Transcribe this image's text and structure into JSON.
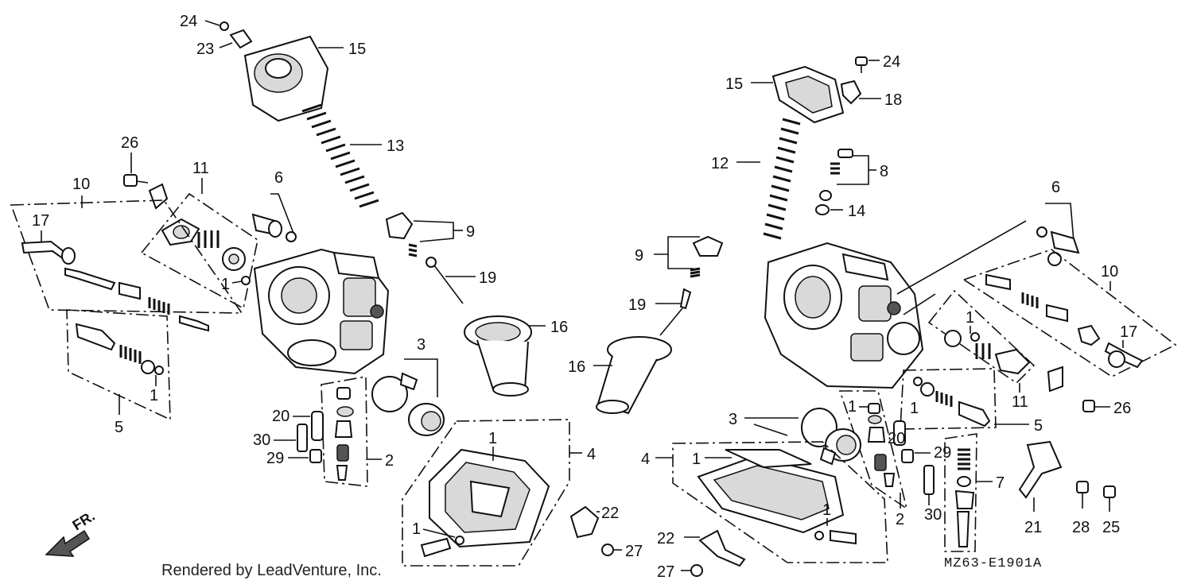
{
  "callouts_left": {
    "c24": "24",
    "c23": "23",
    "c15": "15",
    "c13": "13",
    "c26": "26",
    "c11": "11",
    "c10": "10",
    "c17": "17",
    "c6": "6",
    "c9": "9",
    "c19": "19",
    "c1a": "1",
    "c1b": "1",
    "c5": "5",
    "c16": "16",
    "c3": "3",
    "c20": "20",
    "c30": "30",
    "c29": "29",
    "c2": "2",
    "c4": "4",
    "c1c": "1",
    "c1d": "1",
    "c22": "22",
    "c27": "27"
  },
  "callouts_right": {
    "c24": "24",
    "c15": "15",
    "c18": "18",
    "c12": "12",
    "c8": "8",
    "c14": "14",
    "c9": "9",
    "c19": "19",
    "c16": "16",
    "c6": "6",
    "c10": "10",
    "c17": "17",
    "c1a": "1",
    "c11": "11",
    "c26": "26",
    "c1b": "1",
    "c1c": "1",
    "c5": "5",
    "c3": "3",
    "c20": "20",
    "c29": "29",
    "c4": "4",
    "c1d": "1",
    "c2": "2",
    "c7": "7",
    "c30": "30",
    "c1e": "1",
    "c22": "22",
    "c27": "27",
    "c21": "21",
    "c28": "28",
    "c25": "25"
  },
  "front_marker": "FR.",
  "footer_text": "Rendered by LeadVenture, Inc.",
  "diagram_code": "MZ63-E1901A"
}
